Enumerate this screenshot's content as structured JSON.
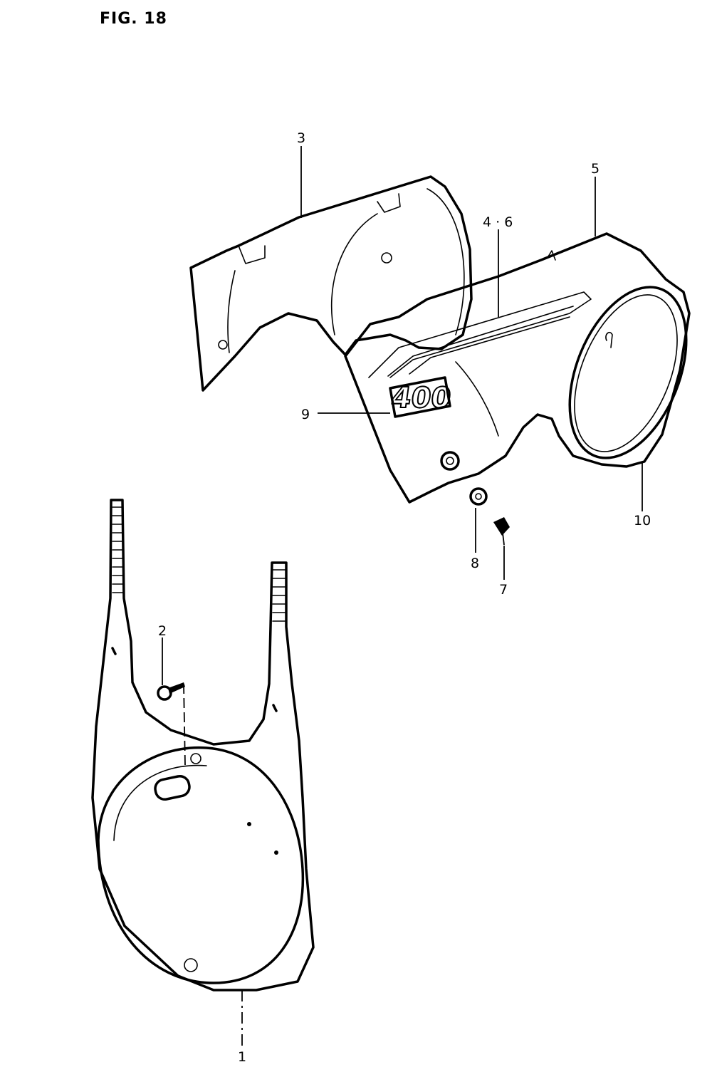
{
  "figure": {
    "title": "FIG. 18"
  },
  "parts": [
    {
      "id": "label-1",
      "number": "1"
    },
    {
      "id": "label-2",
      "number": "2"
    },
    {
      "id": "label-3",
      "number": "3"
    },
    {
      "id": "label-4-6",
      "number": "4 · 6"
    },
    {
      "id": "label-5",
      "number": "5"
    },
    {
      "id": "label-7",
      "number": "7"
    },
    {
      "id": "label-8",
      "number": "8"
    },
    {
      "id": "label-9",
      "number": "9"
    },
    {
      "id": "label-10",
      "number": "10"
    }
  ],
  "emblem": {
    "text": "400"
  }
}
